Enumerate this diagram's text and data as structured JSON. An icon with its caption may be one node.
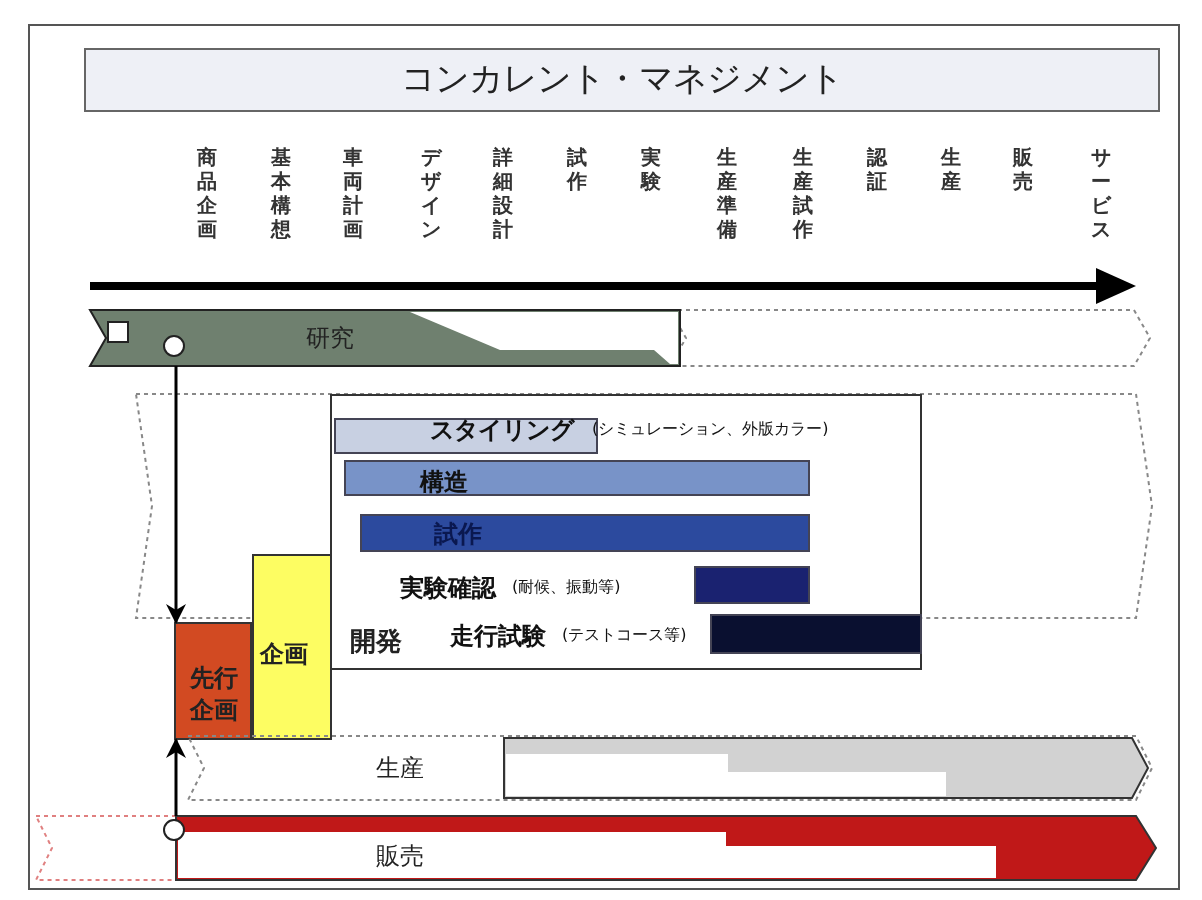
{
  "diagram": {
    "title": "コンカレント・マネジメント",
    "nodes": [
      {
        "text": [
          "研究"
        ]
      },
      {
        "text": [
          "開発"
        ]
      },
      {
        "text": [
          "スタイリング",
          "(シミュレーション、外版カラー)"
        ],
        "in": 1
      },
      {
        "text": [
          "構造"
        ],
        "in": 1
      },
      {
        "text": [
          "試作"
        ],
        "in": 1
      },
      {
        "text": [],
        "shape": "bar",
        "beside": [
          "実験確認",
          "(耐候、振動等)"
        ],
        "in": 1
      },
      {
        "text": [
          "走行試験",
          "(テストコース等)"
        ],
        "in": 1
      },
      {
        "text": [
          "先行企画"
        ]
      },
      {
        "text": [
          "企画"
        ]
      },
      {
        "text": [
          "生産"
        ]
      },
      {
        "text": [
          "販売"
        ]
      }
    ],
    "edges": [
      {
        "from": 0,
        "to": 7,
        "arrow": "to"
      },
      {
        "from": 10,
        "to": 7,
        "arrow": "to"
      }
    ],
    "labels": [
      "商品企画",
      "基本構想",
      "車両計画",
      "デザイン",
      "詳細設計",
      "試作",
      "実験",
      "生産準備",
      "生産試作",
      "認証",
      "生産",
      "販売",
      "サービス"
    ]
  }
}
